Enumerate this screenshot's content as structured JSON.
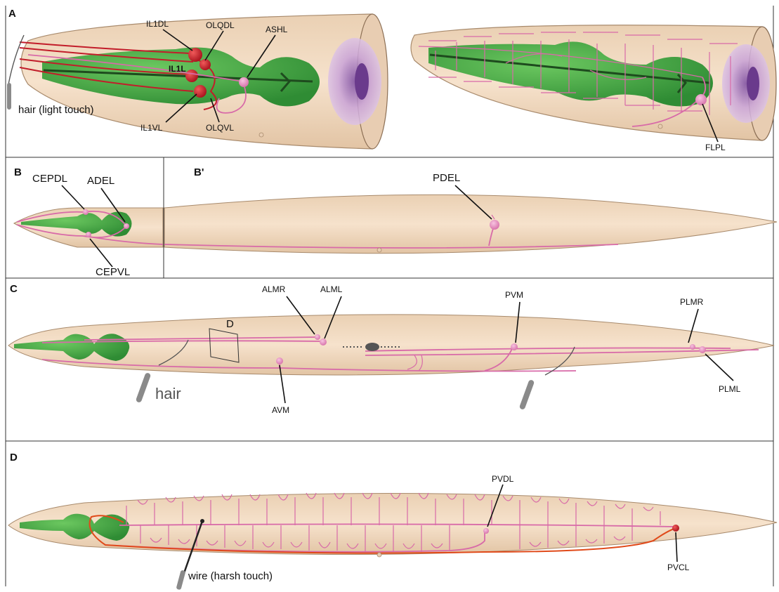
{
  "panels": {
    "A": {
      "letter": "A",
      "labels": {
        "il1dl": "IL1DL",
        "olqdl": "OLQDL",
        "ashl": "ASHL",
        "il1l": "IL1L",
        "il1vl": "IL1VL",
        "olqvl": "OLQVL",
        "flpl": "FLPL",
        "hair": "hair (light touch)"
      }
    },
    "B": {
      "letter": "B",
      "labels": {
        "cepdl": "CEPDL",
        "adel": "ADEL",
        "cepvl": "CEPVL"
      }
    },
    "B_prime": {
      "letter": "B'",
      "labels": {
        "pdel": "PDEL"
      }
    },
    "C": {
      "letter": "C",
      "labels": {
        "almr": "ALMR",
        "alml": "ALML",
        "pvm": "PVM",
        "plmr": "PLMR",
        "plml": "PLML",
        "avm": "AVM",
        "d_box": "D",
        "hair": "hair"
      }
    },
    "D": {
      "letter": "D",
      "labels": {
        "pvdl": "PVDL",
        "pvcl": "PVCL",
        "wire": "wire (harsh touch)"
      }
    }
  },
  "colors": {
    "body": "#f1d8bd",
    "body_edge": "#c8a98a",
    "pharynx": "#3ea33e",
    "neuron": "#e58cc1",
    "nerve": "#d86aa8",
    "mechanoreceptor_red": "#c21d2a",
    "pvc_orange": "#e04a1a",
    "tool_grey": "#8a8a8a"
  }
}
